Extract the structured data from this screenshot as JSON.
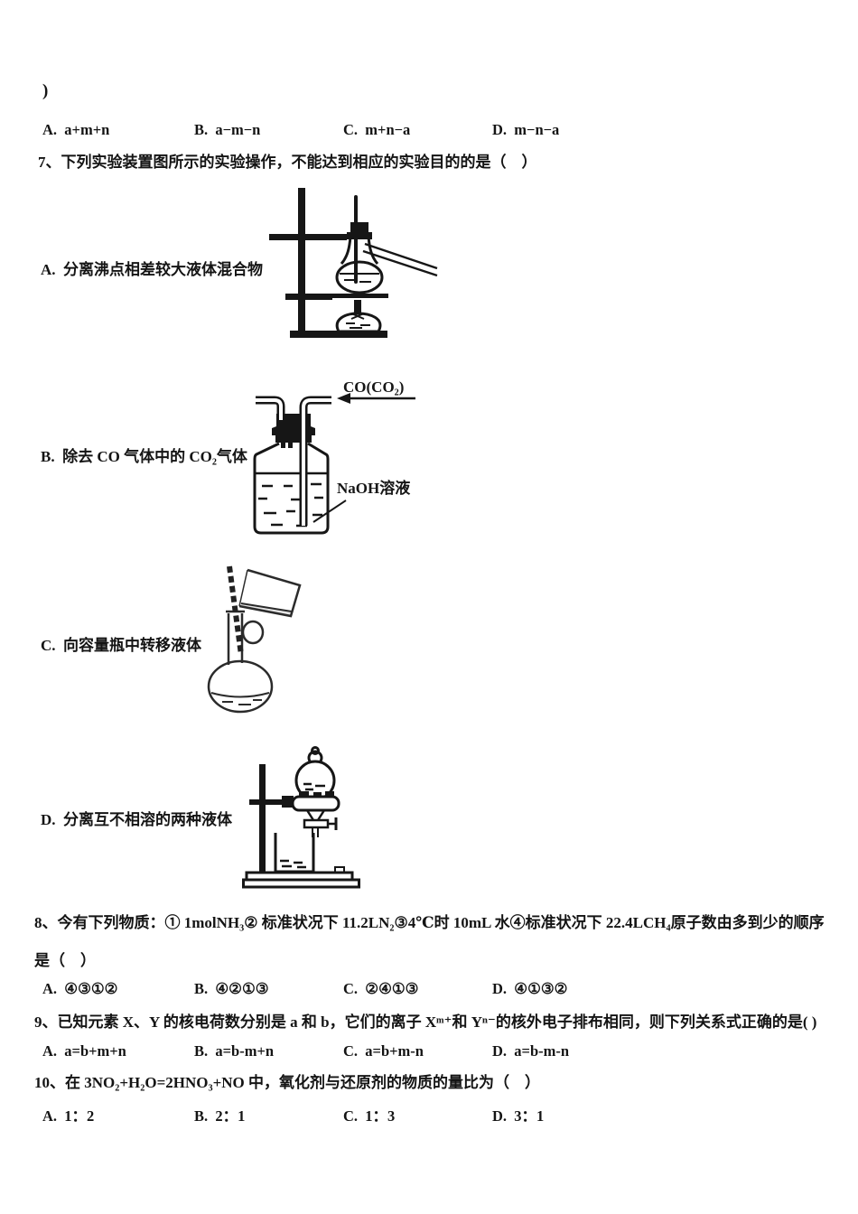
{
  "document": {
    "stray_paren": ")",
    "q6": {
      "options": [
        "A.  a+m+n",
        "B.  a−m−n",
        "C.  m+n−a",
        "D.  m−n−a"
      ]
    },
    "q7": {
      "stem": "7、下列实验装置图所示的实验操作，不能达到相应的实验目的的是（　）",
      "choices": [
        {
          "label": "A.  分离沸点相差较大液体混合物"
        },
        {
          "label": "B.  除去 CO 气体中的 CO₂气体",
          "gas_label": "CO(CO₂)",
          "solution_label": "NaOH溶液"
        },
        {
          "label": "C.  向容量瓶中转移液体"
        },
        {
          "label": "D.  分离互不相溶的两种液体"
        }
      ]
    },
    "q8": {
      "stem_line1": "8、今有下列物质：① 1molNH₃② 标准状况下 11.2LN₂③4℃时 10mL 水④标准状况下 22.4LCH₄原子数由多到少的顺序",
      "stem_line2": "是（　）",
      "options": [
        "A.  ④③①②",
        "B.  ④②①③",
        "C.  ②④①③",
        "D.  ④①③②"
      ]
    },
    "q9": {
      "stem": "9、已知元素 X、Y 的核电荷数分别是 a 和 b，它们的离子 Xᵐ⁺和 Yⁿ⁻的核外电子排布相同，则下列关系式正确的是( )",
      "options": [
        "A.  a=b+m+n",
        "B.  a=b-m+n",
        "C.  a=b+m-n",
        "D.  a=b-m-n"
      ]
    },
    "q10": {
      "stem": "10、在 3NO₂+H₂O=2HNO₃+NO 中，氧化剂与还原剂的物质的量比为（　）",
      "options": [
        "A.  1：2",
        "B.  2：1",
        "C.  1：3",
        "D.  3：1"
      ]
    }
  }
}
